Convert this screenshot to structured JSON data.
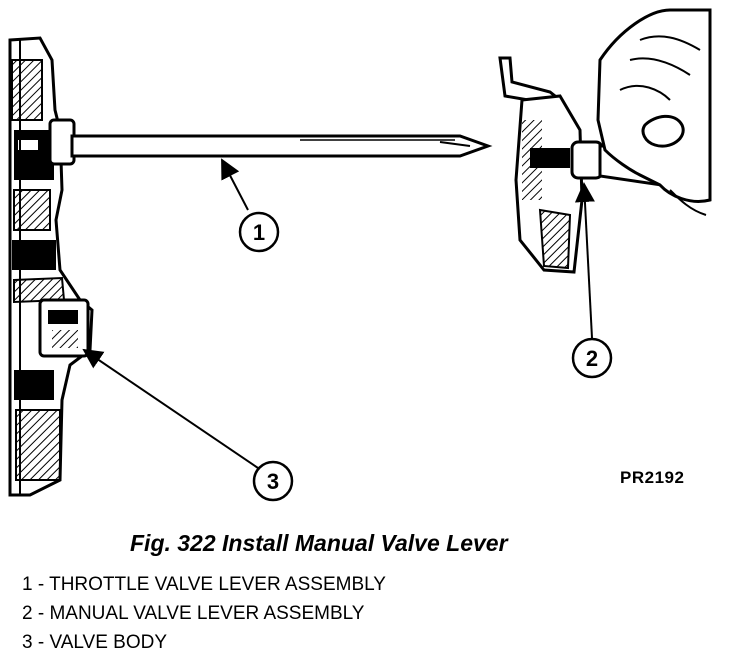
{
  "figure": {
    "code": "PR2192",
    "caption": "Fig. 322 Install Manual Valve Lever"
  },
  "callouts": [
    {
      "number": "1"
    },
    {
      "number": "2"
    },
    {
      "number": "3"
    }
  ],
  "legend": [
    {
      "text": "1 - THROTTLE VALVE LEVER ASSEMBLY"
    },
    {
      "text": "2 - MANUAL VALVE LEVER ASSEMBLY"
    },
    {
      "text": "3 - VALVE BODY"
    }
  ]
}
